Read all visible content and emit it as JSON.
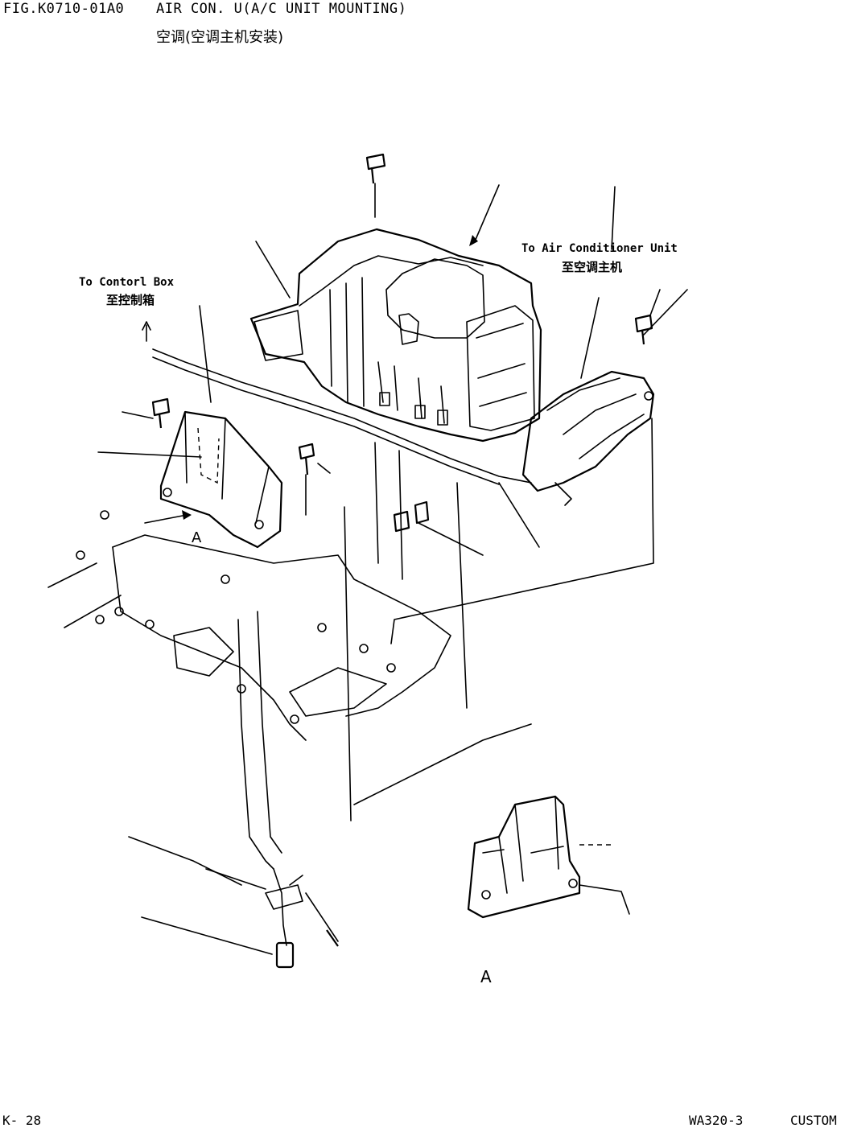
{
  "header": {
    "fig_code": "FIG.K0710-01A0",
    "title": "AIR CON. U(A/C UNIT MOUNTING)",
    "title_cn": "空调(空调主机安装)"
  },
  "callouts": {
    "control_box_en": "To Contorl Box",
    "control_box_cn": "至控制箱",
    "ac_unit_en": "To Air Conditioner Unit",
    "ac_unit_cn": "至空调主机"
  },
  "view_labels": {
    "main_arrow_ref": "A",
    "detail_view": "A"
  },
  "footer": {
    "page": "K- 28",
    "model": "WA320-3",
    "edition": "CUSTOM"
  }
}
